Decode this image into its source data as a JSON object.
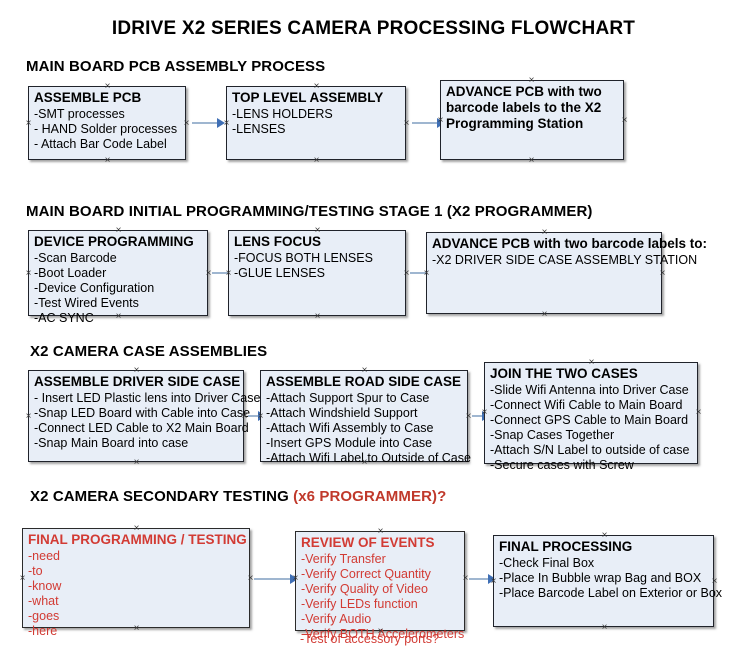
{
  "title": "IDRIVE X2  SERIES CAMERA PROCESSING FLOWCHART",
  "colors": {
    "box_fill": "#e8eef7",
    "box_border": "#20232b",
    "connector": "#9fb6d0",
    "arrow": "#3f6fb5",
    "accent_red": "#d23b34"
  },
  "sections": [
    {
      "id": "main-board-pcb-assembly",
      "heading": "MAIN BOARD PCB ASSEMBLY PROCESS",
      "heading_accent": "",
      "boxes": [
        {
          "id": "assemble-pcb",
          "title": "ASSEMBLE PCB",
          "items": [
            "-SMT processes",
            "- HAND Solder processes",
            "- Attach Bar Code Label"
          ]
        },
        {
          "id": "top-level-assembly",
          "title": "TOP LEVEL ASSEMBLY",
          "items": [
            "-LENS HOLDERS",
            "-LENSES"
          ]
        },
        {
          "id": "advance-pcb-programming-station",
          "title": "ADVANCE PCB with two barcode labels to the  X2 Programming Station",
          "items": []
        }
      ]
    },
    {
      "id": "initial-programming-testing",
      "heading": "MAIN BOARD INITIAL PROGRAMMING/TESTING STAGE 1 (X2 PROGRAMMER)",
      "heading_accent": "",
      "boxes": [
        {
          "id": "device-programming",
          "title": "DEVICE PROGRAMMING",
          "items": [
            "-Scan Barcode",
            "-Boot Loader",
            "-Device Configuration",
            "-Test Wired Events",
            "-AC SYNC"
          ]
        },
        {
          "id": "lens-focus",
          "title": "LENS FOCUS",
          "items": [
            "-FOCUS BOTH LENSES",
            "-GLUE LENSES"
          ]
        },
        {
          "id": "advance-pcb-driver-side-case",
          "title": "ADVANCE PCB with two barcode labels to:",
          "items": [
            "-X2 DRIVER  SIDE  CASE  ASSEMBLY STATION"
          ]
        }
      ]
    },
    {
      "id": "camera-case-assemblies",
      "heading": "X2 CAMERA CASE ASSEMBLIES",
      "heading_accent": "",
      "boxes": [
        {
          "id": "assemble-driver-side-case",
          "title": "ASSEMBLE DRIVER SIDE CASE",
          "items": [
            "- Insert LED Plastic lens into Driver Case",
            "-Snap LED Board with Cable into Case",
            "-Connect LED Cable to X2 Main Board",
            "-Snap Main Board into case"
          ]
        },
        {
          "id": "assemble-road-side-case",
          "title": "ASSEMBLE ROAD SIDE CASE",
          "items": [
            "-Attach Support Spur to Case",
            "-Attach Windshield Support",
            "-Attach Wifi Assembly to Case",
            "-Insert GPS Module into Case",
            "-Attach Wifi Label to Outside of Case"
          ]
        },
        {
          "id": "join-the-two-cases",
          "title": "JOIN THE TWO CASES",
          "items": [
            "-Slide Wifi Antenna into Driver Case",
            "-Connect Wifi Cable to Main Board",
            "-Connect GPS Cable to Main Board",
            "-Snap Cases Together",
            "-Attach S/N Label to outside of case",
            "-Secure cases with Screw"
          ]
        }
      ]
    },
    {
      "id": "secondary-testing",
      "heading": "X2 CAMERA SECONDARY TESTING ",
      "heading_accent": "(x6 PROGRAMMER)?",
      "boxes": [
        {
          "id": "final-programming-testing",
          "title": "FINAL PROGRAMMING / TESTING",
          "items": [
            "-need",
            "-to",
            "-know",
            "-what",
            "-goes",
            "-here"
          ]
        },
        {
          "id": "review-of-events",
          "title": "REVIEW OF EVENTS",
          "items": [
            "-Verify Transfer",
            "-Verify Correct Quantity",
            "-Verify Quality of Video",
            "-Verify LEDs function",
            "-Verify Audio",
            "-Verify BOTH Accelerometers"
          ],
          "overflow_item": "-Test of accessory ports?"
        },
        {
          "id": "final-processing",
          "title": "FINAL PROCESSING",
          "items": [
            " -Check Final Box",
            "-Place In Bubble wrap Bag and BOX",
            "-Place Barcode Label on Exterior or Box"
          ]
        }
      ]
    }
  ]
}
